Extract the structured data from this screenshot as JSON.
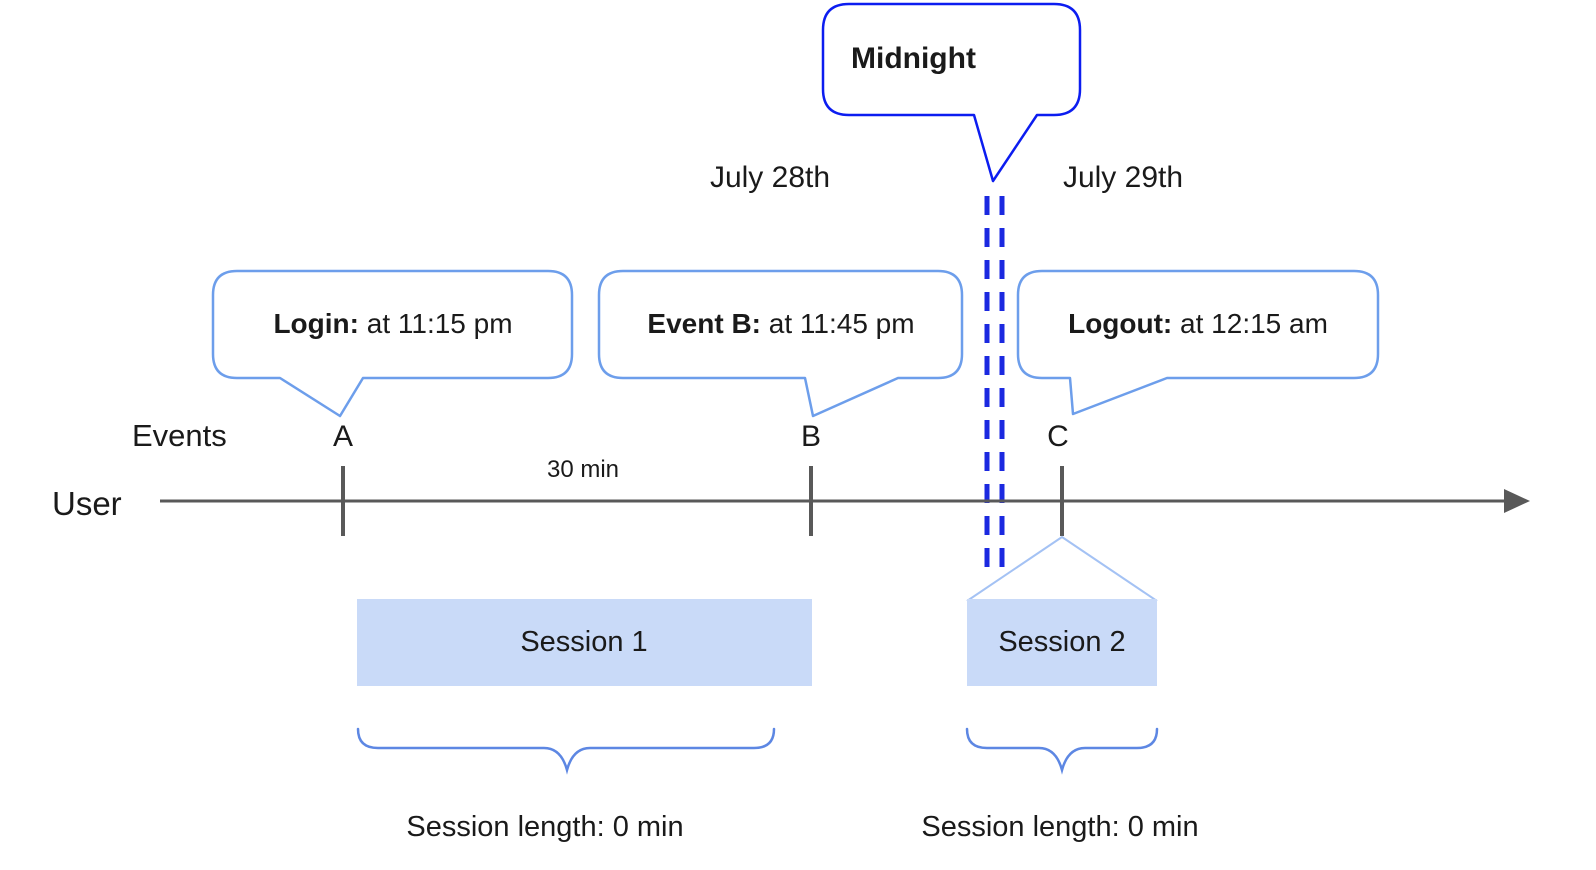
{
  "diagram": {
    "title_bubble": {
      "label": "Midnight"
    },
    "dates": {
      "left": "July 28th",
      "right": "July 29th"
    },
    "axis": {
      "events_label": "Events",
      "user_label": "User",
      "interval_label": "30 min",
      "event_markers": [
        "A",
        "B",
        "C"
      ]
    },
    "bubbles": {
      "login": {
        "label": "Login:",
        "value": "at 11:15 pm"
      },
      "event_b": {
        "label": "Event B:",
        "value": "at 11:45 pm"
      },
      "logout": {
        "label": "Logout:",
        "value": "at 12:15 am"
      }
    },
    "sessions": [
      {
        "name": "Session 1",
        "length_label": "Session length: 0 min"
      },
      {
        "name": "Session 2",
        "length_label": "Session length: 0 min"
      }
    ],
    "colors": {
      "accent_strong_blue": "#0c1df0",
      "dash_blue": "#1b29e0",
      "bubble_border_blue": "#6d9eeb",
      "brace_blue": "#5d87e3",
      "roof_light_blue": "#a4c2f4",
      "session_fill": "#c9daf8",
      "timeline_gray": "#595959",
      "text_black": "#1a1a1a"
    }
  }
}
